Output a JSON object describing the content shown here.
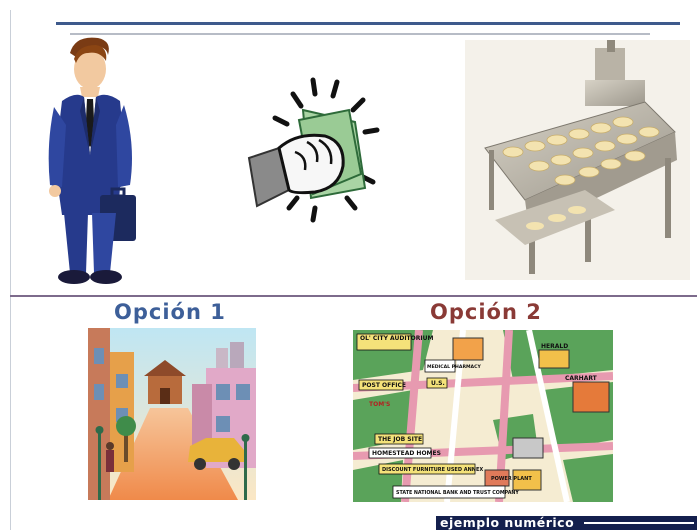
{
  "options": [
    {
      "label": "Opción 1"
    },
    {
      "label": "Opción 2"
    }
  ],
  "map_labels": [
    "OL' CITY AUDITORIUM",
    "MEDICAL PHARMACY",
    "POST OFFICE",
    "U.S.",
    "TOM'S",
    "THE JOB SITE",
    "HOMESTEAD HOMES",
    "DISCOUNT FURNITURE USED ANNEX",
    "STATE NATIONAL BANK AND TRUST COMPANY",
    "POWER PLANT",
    "CARHART",
    "HERALD"
  ],
  "footer": {
    "text": "ejemplo numérico"
  },
  "colors": {
    "option1": "#3d5f99",
    "option2": "#8a3a36",
    "rule": "#3e5a8c",
    "footer_bg": "#14204d"
  }
}
